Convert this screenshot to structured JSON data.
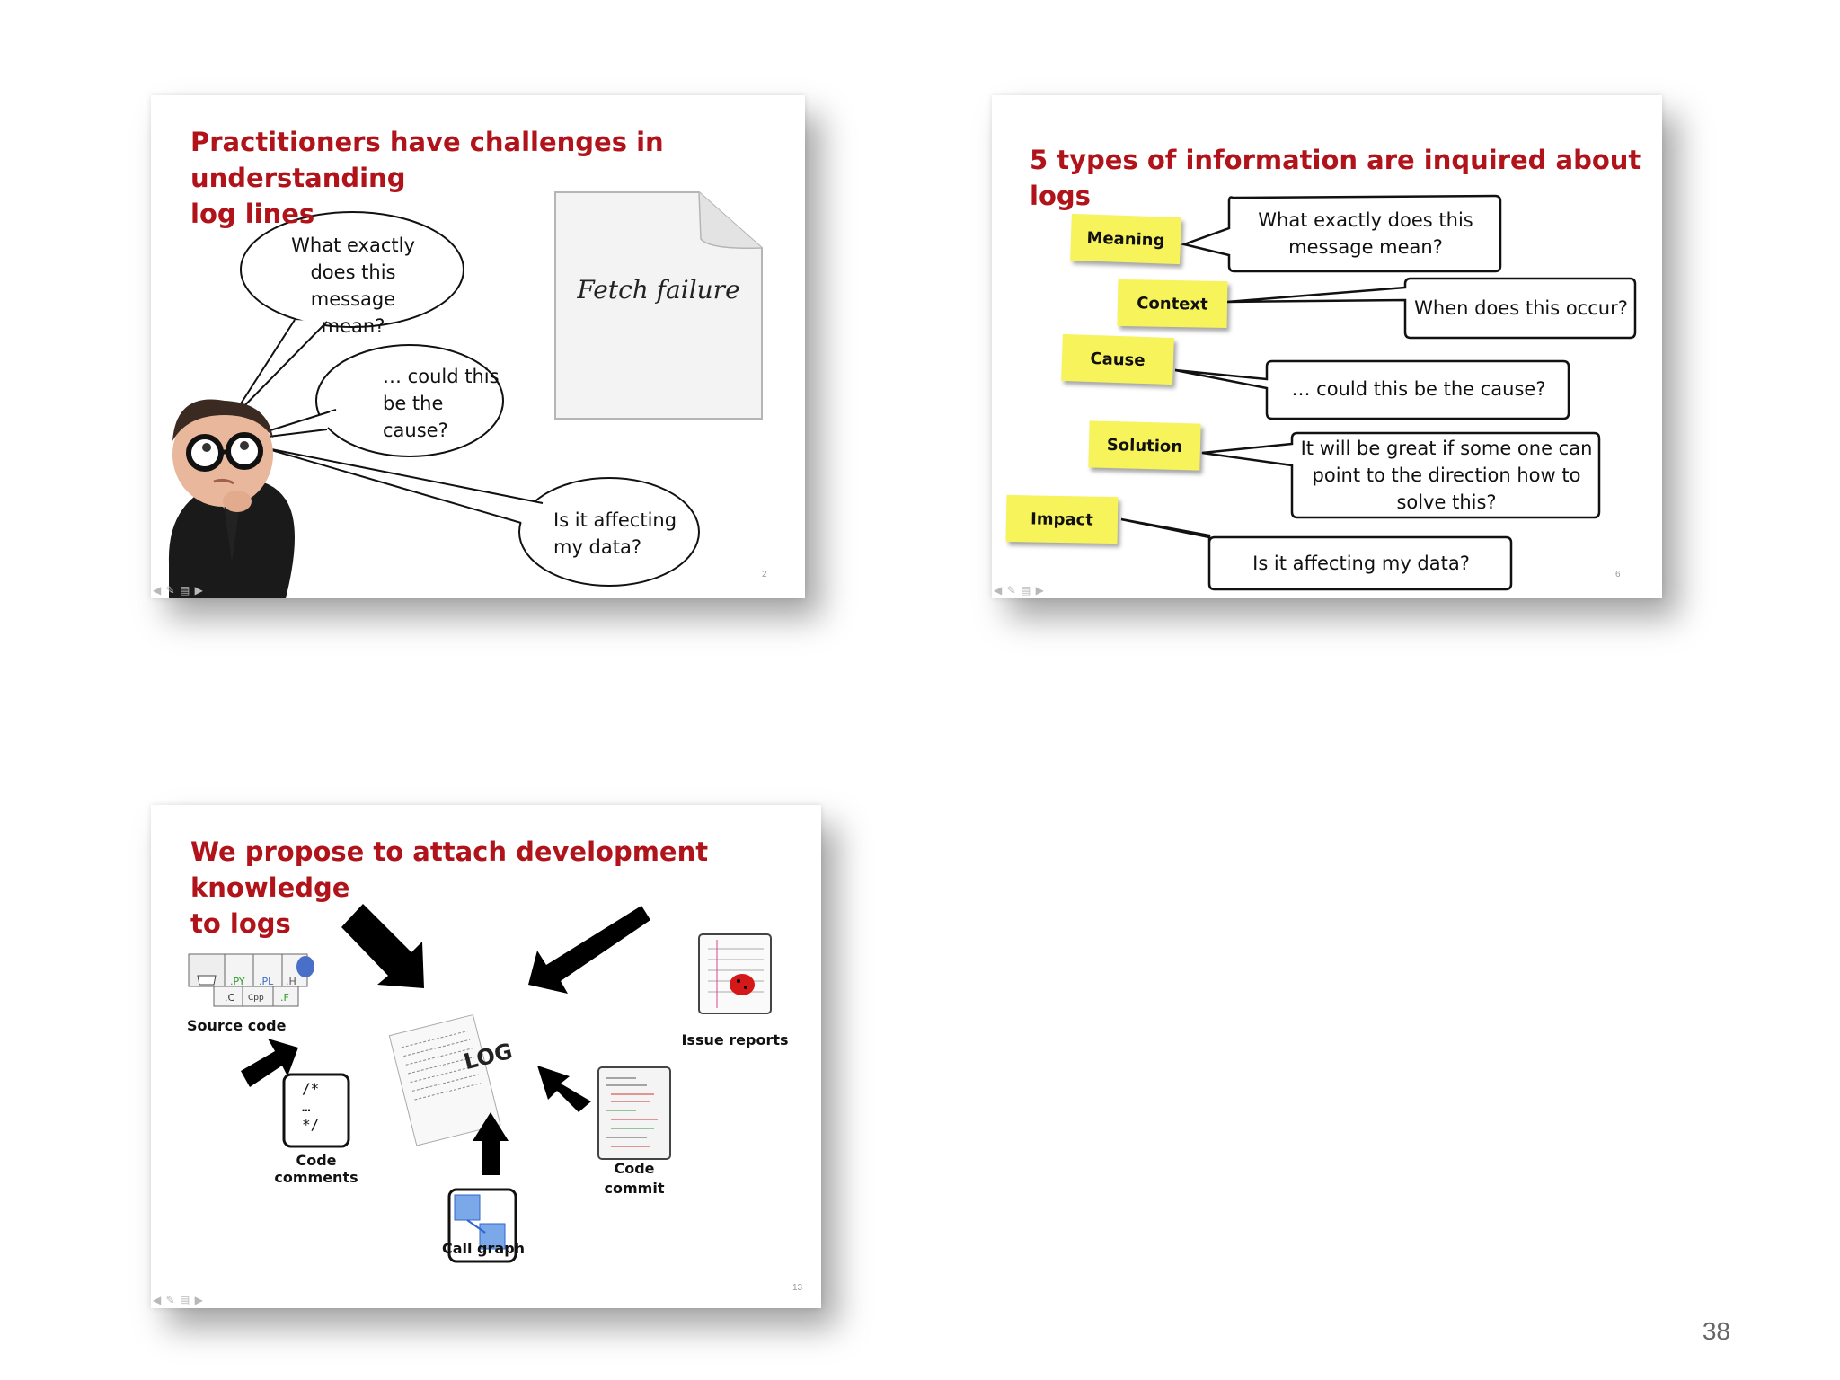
{
  "page_number": "38",
  "slide1": {
    "title_line1": "Practitioners have challenges in understanding",
    "title_line2": "log lines",
    "doc_text": "Fetch failure",
    "bubbles": [
      {
        "lines": [
          "What exactly",
          "does this",
          "message mean?"
        ]
      },
      {
        "lines": [
          "… could this",
          "be the",
          "cause?"
        ]
      },
      {
        "lines": [
          "Is it affecting",
          "my data?"
        ]
      }
    ],
    "number": "2",
    "nav": "◀ ✎ ▤ ▶"
  },
  "slide2": {
    "title": "5 types of information are inquired about logs",
    "stickies": [
      {
        "label": "Meaning",
        "question_lines": [
          "What exactly does this",
          "message mean?"
        ]
      },
      {
        "label": "Context",
        "question_lines": [
          "When does this occur?"
        ]
      },
      {
        "label": "Cause",
        "question_lines": [
          "… could this be the cause?"
        ]
      },
      {
        "label": "Solution",
        "question_lines": [
          "It will be great if some one can",
          "point to the direction how to",
          "solve this?"
        ]
      },
      {
        "label": "Impact",
        "question_lines": [
          "Is it affecting my data?"
        ]
      }
    ],
    "number": "6",
    "nav": "◀ ✎ ▤ ▶"
  },
  "slide3": {
    "title_line1": "We propose to attach development knowledge",
    "title_line2": "to logs",
    "center_label": "LOG",
    "sources": {
      "source_code": "Source code",
      "issue_reports": "Issue reports",
      "code_comments": "Code comments",
      "code_comment_lines": [
        "/*",
        "…",
        "*/"
      ],
      "call_graph": "Call graph",
      "code_commit_line1": "Code",
      "code_commit_line2": "commit"
    },
    "file_tags": [
      ".PY",
      ".PL",
      ".H",
      ".C",
      "Cpp",
      ".F"
    ],
    "number": "13",
    "nav": "◀ ✎ ▤ ▶"
  }
}
